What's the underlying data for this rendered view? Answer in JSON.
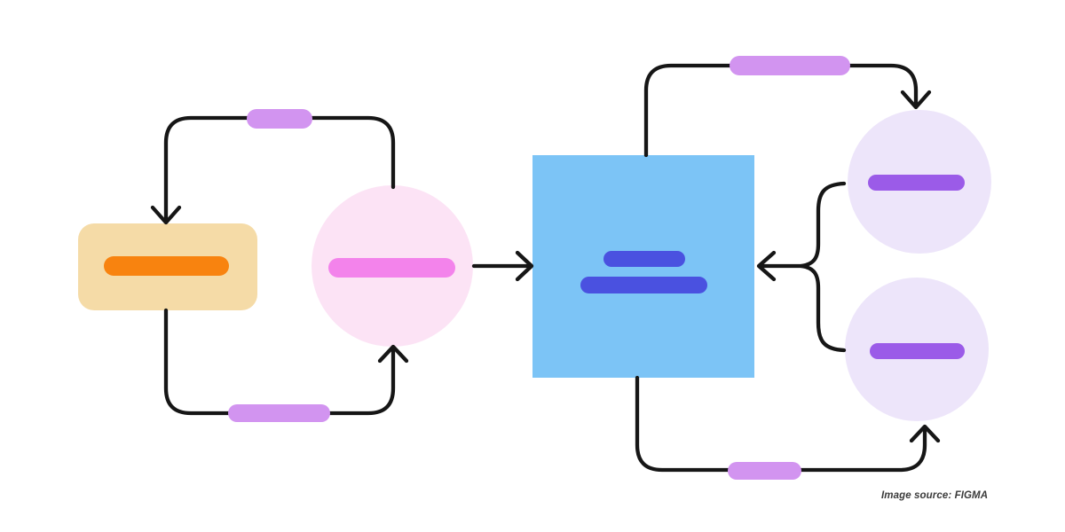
{
  "caption": {
    "text": "Image source: FIGMA"
  },
  "colors": {
    "page_bg": "#ffffff",
    "line_color": "#161616",
    "node_tan": "#f5dba7",
    "bar_orange": "#f8830f",
    "node_pink": "#fce3f5",
    "bar_pink": "#f383eb",
    "node_blue": "#7cc4f6",
    "bar_indigo": "#4a51e0",
    "node_lavender": "#ede5fa",
    "bar_purple": "#9b5be8",
    "pill_connector": "#d294f0",
    "caption_color": "#3b3b3b"
  },
  "diagram": {
    "type": "flowchart-illustration",
    "nodes": [
      {
        "id": "rectangle-tan",
        "shape": "rounded-rectangle",
        "fill": "node_tan",
        "bars": [
          "bar_orange"
        ]
      },
      {
        "id": "circle-pink",
        "shape": "circle",
        "fill": "node_pink",
        "bars": [
          "bar_pink"
        ]
      },
      {
        "id": "square-blue",
        "shape": "square",
        "fill": "node_blue",
        "bars": [
          "bar_indigo",
          "bar_indigo"
        ]
      },
      {
        "id": "circle-lavender-top",
        "shape": "circle",
        "fill": "node_lavender",
        "bars": [
          "bar_purple"
        ]
      },
      {
        "id": "circle-lavender-bottom",
        "shape": "circle",
        "fill": "node_lavender",
        "bars": [
          "bar_purple"
        ]
      }
    ],
    "edges": [
      {
        "from": "circle-pink",
        "to": "rectangle-tan",
        "route": "top-left-loop",
        "label_pill": true
      },
      {
        "from": "rectangle-tan",
        "to": "circle-pink",
        "route": "bottom-left-loop",
        "label_pill": true
      },
      {
        "from": "circle-pink",
        "to": "square-blue",
        "route": "straight-right",
        "label_pill": false
      },
      {
        "from": "square-blue",
        "to": "circle-lavender-top",
        "route": "top-right-loop",
        "label_pill": true
      },
      {
        "from": "square-blue",
        "to": "circle-lavender-bottom",
        "route": "bottom-right-loop",
        "label_pill": true
      },
      {
        "from": "circle-lavender-top+circle-lavender-bottom",
        "to": "square-blue",
        "route": "brace-merge-left",
        "label_pill": false
      }
    ]
  }
}
